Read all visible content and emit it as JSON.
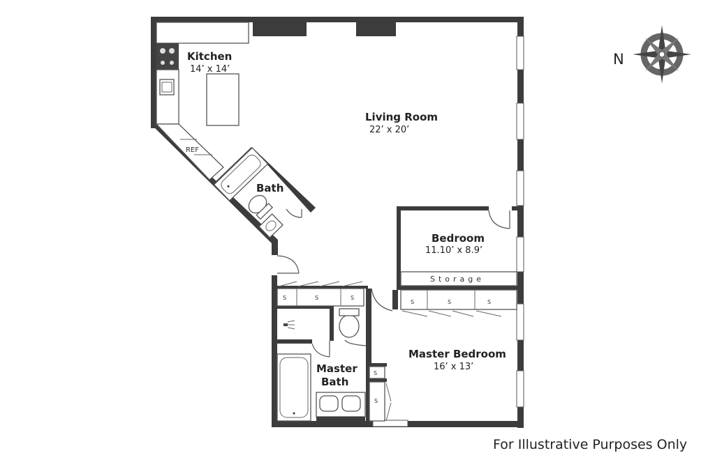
{
  "rooms": {
    "kitchen": {
      "name": "Kitchen",
      "dims": "14’ x 14’"
    },
    "living_room": {
      "name": "Living Room",
      "dims": "22’ x 20’"
    },
    "bath": {
      "name": "Bath"
    },
    "bedroom": {
      "name": "Bedroom",
      "dims": "11.10’ x 8.9’"
    },
    "master_bedroom": {
      "name": "Master Bedroom",
      "dims": "16’ x 13’"
    },
    "master_bath": {
      "name_line1": "Master",
      "name_line2": "Bath"
    }
  },
  "labels": {
    "refrigerator": "REF",
    "storage": "Storage",
    "shelf": "S"
  },
  "compass": {
    "north": "N"
  },
  "disclaimer": "For Illustrative Purposes Only",
  "colors": {
    "wall": "#3c3c3c",
    "background": "#ffffff"
  }
}
